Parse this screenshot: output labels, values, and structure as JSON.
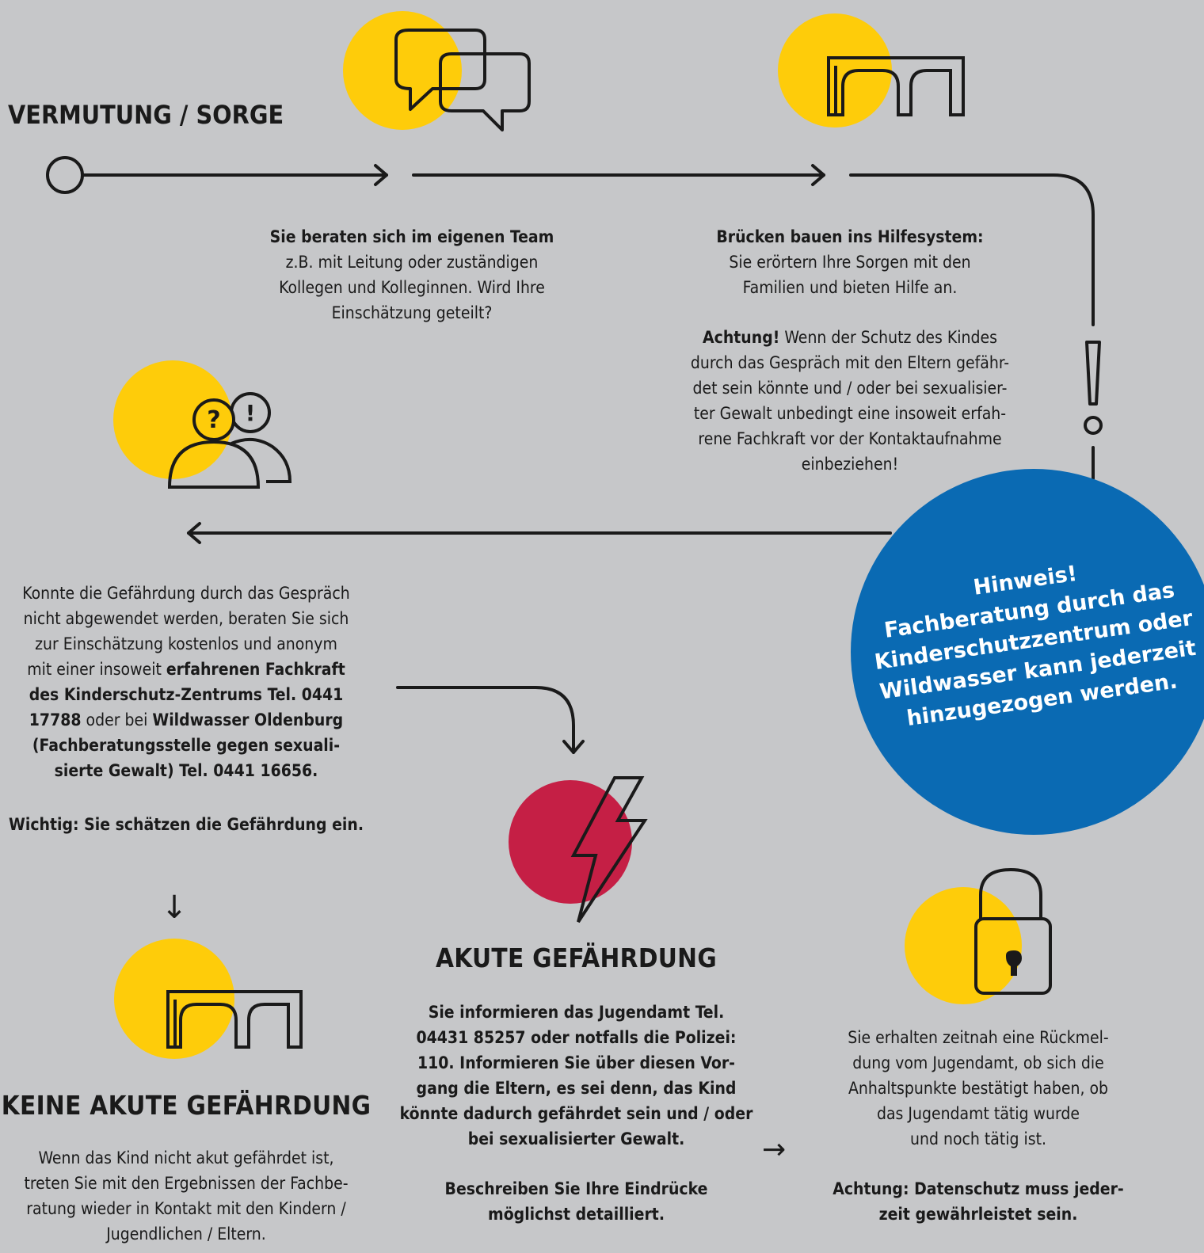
{
  "heading_start": "VERMUTUNG / SORGE",
  "step_team": {
    "title": "Sie beraten sich im eigenen Team",
    "lines": [
      "z.B. mit Leitung oder zuständigen",
      "Kollegen und Kolleginnen. Wird Ihre",
      "Einschätzung geteilt?"
    ]
  },
  "step_bridge": {
    "title": "Brücken bauen ins Hilfesystem:",
    "lines": [
      "Sie erörtern Ihre Sorgen mit den",
      "Familien und bieten Hilfe an."
    ],
    "warning_label": "Achtung!",
    "warning_first": "Wenn der Schutz des Kindes",
    "warning_lines": [
      "durch das Gespräch mit den Eltern gefähr-",
      "det sein könnte und / oder bei sexualisier-",
      "ter Gewalt unbedingt eine insoweit erfah-",
      "rene Fachkraft vor der Kontaktaufnahme",
      "einbeziehen!"
    ]
  },
  "step_consult": {
    "l1": "Konnte die Gefährdung durch das Gespräch",
    "l2": "nicht abgewendet werden, beraten Sie sich",
    "l3": "zur Einschätzung kostenlos und anonym",
    "l4_plain": "mit einer insoweit ",
    "l4_bold": "erfahrenen Fachkraft",
    "l5_bold": "des Kinderschutz-Zentrums Tel. 0441",
    "l6_bold": "17788",
    "l6_plain": " oder bei ",
    "l6_bold2": "Wildwasser Oldenburg",
    "l7_bold": "(Fachberatungsstelle gegen sexuali-",
    "l8_bold": "sierte Gewalt) Tel. 0441 16656.",
    "important": "Wichtig: Sie schätzen die Gefährdung ein.",
    "down_arrow": "↓"
  },
  "note": {
    "title": "Hinweis!",
    "lines": [
      "Fachberatung durch das",
      "Kinderschutzzentrum oder",
      "Wildwasser kann jederzeit",
      "hinzugezogen werden."
    ]
  },
  "no_acute": {
    "heading": "KEINE AKUTE GEFÄHRDUNG",
    "lines": [
      "Wenn das Kind nicht akut gefährdet ist,",
      "treten Sie mit den Ergebnissen der Fachbe-",
      "ratung wieder in Kontakt mit den Kindern /",
      "Jugendlichen / Eltern."
    ]
  },
  "acute": {
    "heading": "AKUTE GEFÄHRDUNG",
    "lines": [
      "Sie informieren das Jugendamt Tel.",
      "04431 85257 oder notfalls die Polizei:",
      "110. Informieren Sie über diesen Vor-",
      "gang die Eltern, es sei denn, das Kind",
      "könnte dadurch gefährdet sein und / oder",
      "bei sexualisierter Gewalt."
    ],
    "lines2": [
      "Beschreiben Sie Ihre Eindrücke",
      "möglichst detailliert."
    ],
    "right_arrow": "→"
  },
  "feedback": {
    "lines": [
      "Sie erhalten zeitnah eine Rückmel-",
      "dung vom Jugendamt, ob sich die",
      "Anhaltspunkte bestätigt haben, ob",
      "das Jugendamt tätig wurde",
      "und noch tätig ist."
    ],
    "warning": [
      "Achtung: Datenschutz muss jeder-",
      "zeit gewährleistet sein."
    ]
  },
  "colors": {
    "background": "#c6c7c9",
    "yellow": "#fecc0a",
    "red": "#c51f45",
    "blue": "#0a6ab3",
    "line": "#1a1a1a"
  },
  "icons": [
    "speech-bubbles-icon",
    "bridge-icon",
    "question-exclamation-people-icon",
    "bridge-icon",
    "lightning-icon",
    "lock-icon",
    "exclamation-icon"
  ]
}
